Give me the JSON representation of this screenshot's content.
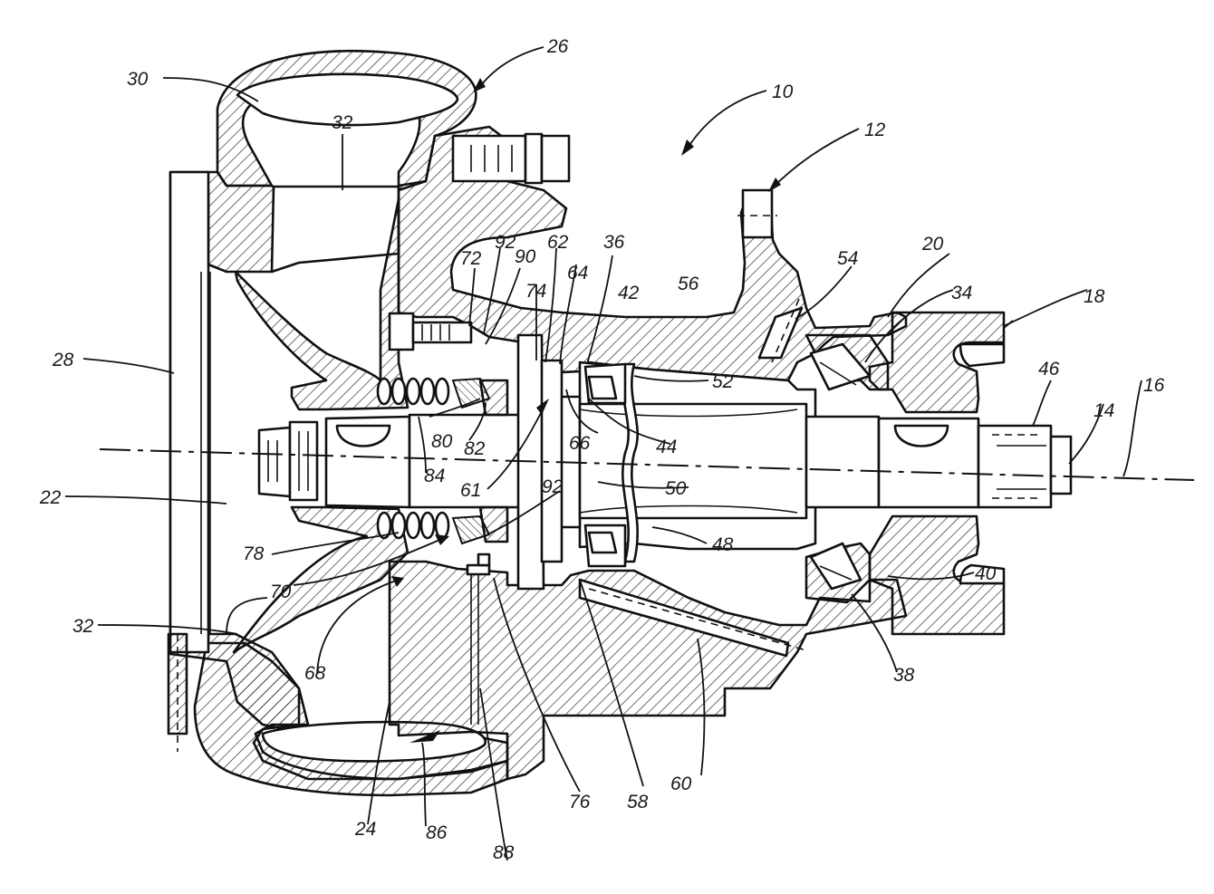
{
  "diagram": {
    "reference_numerals": [
      "10",
      "12",
      "14",
      "16",
      "18",
      "20",
      "22",
      "24",
      "26",
      "28",
      "30",
      "32",
      "34",
      "36",
      "38",
      "40",
      "42",
      "44",
      "46",
      "48",
      "50",
      "52",
      "54",
      "56",
      "58",
      "60",
      "61",
      "62",
      "64",
      "66",
      "68",
      "70",
      "72",
      "74",
      "76",
      "78",
      "80",
      "82",
      "84",
      "86",
      "88",
      "90",
      "92"
    ],
    "labels": {
      "n10": "10",
      "n12": "12",
      "n14": "14",
      "n16": "16",
      "n18": "18",
      "n20": "20",
      "n22": "22",
      "n24": "24",
      "n26": "26",
      "n28": "28",
      "n30": "30",
      "n32a": "32",
      "n32b": "32",
      "n34": "34",
      "n36": "36",
      "n38": "38",
      "n40": "40",
      "n42": "42",
      "n44": "44",
      "n46": "46",
      "n48": "48",
      "n50": "50",
      "n52": "52",
      "n54": "54",
      "n56": "56",
      "n58": "58",
      "n60": "60",
      "n61": "61",
      "n62": "62",
      "n64": "64",
      "n66": "66",
      "n68": "68",
      "n70": "70",
      "n72": "72",
      "n74": "74",
      "n76": "76",
      "n78": "78",
      "n80": "80",
      "n82": "82",
      "n84": "84",
      "n86": "86",
      "n88": "88",
      "n90": "90",
      "n92a": "92",
      "n92b": "92"
    }
  }
}
